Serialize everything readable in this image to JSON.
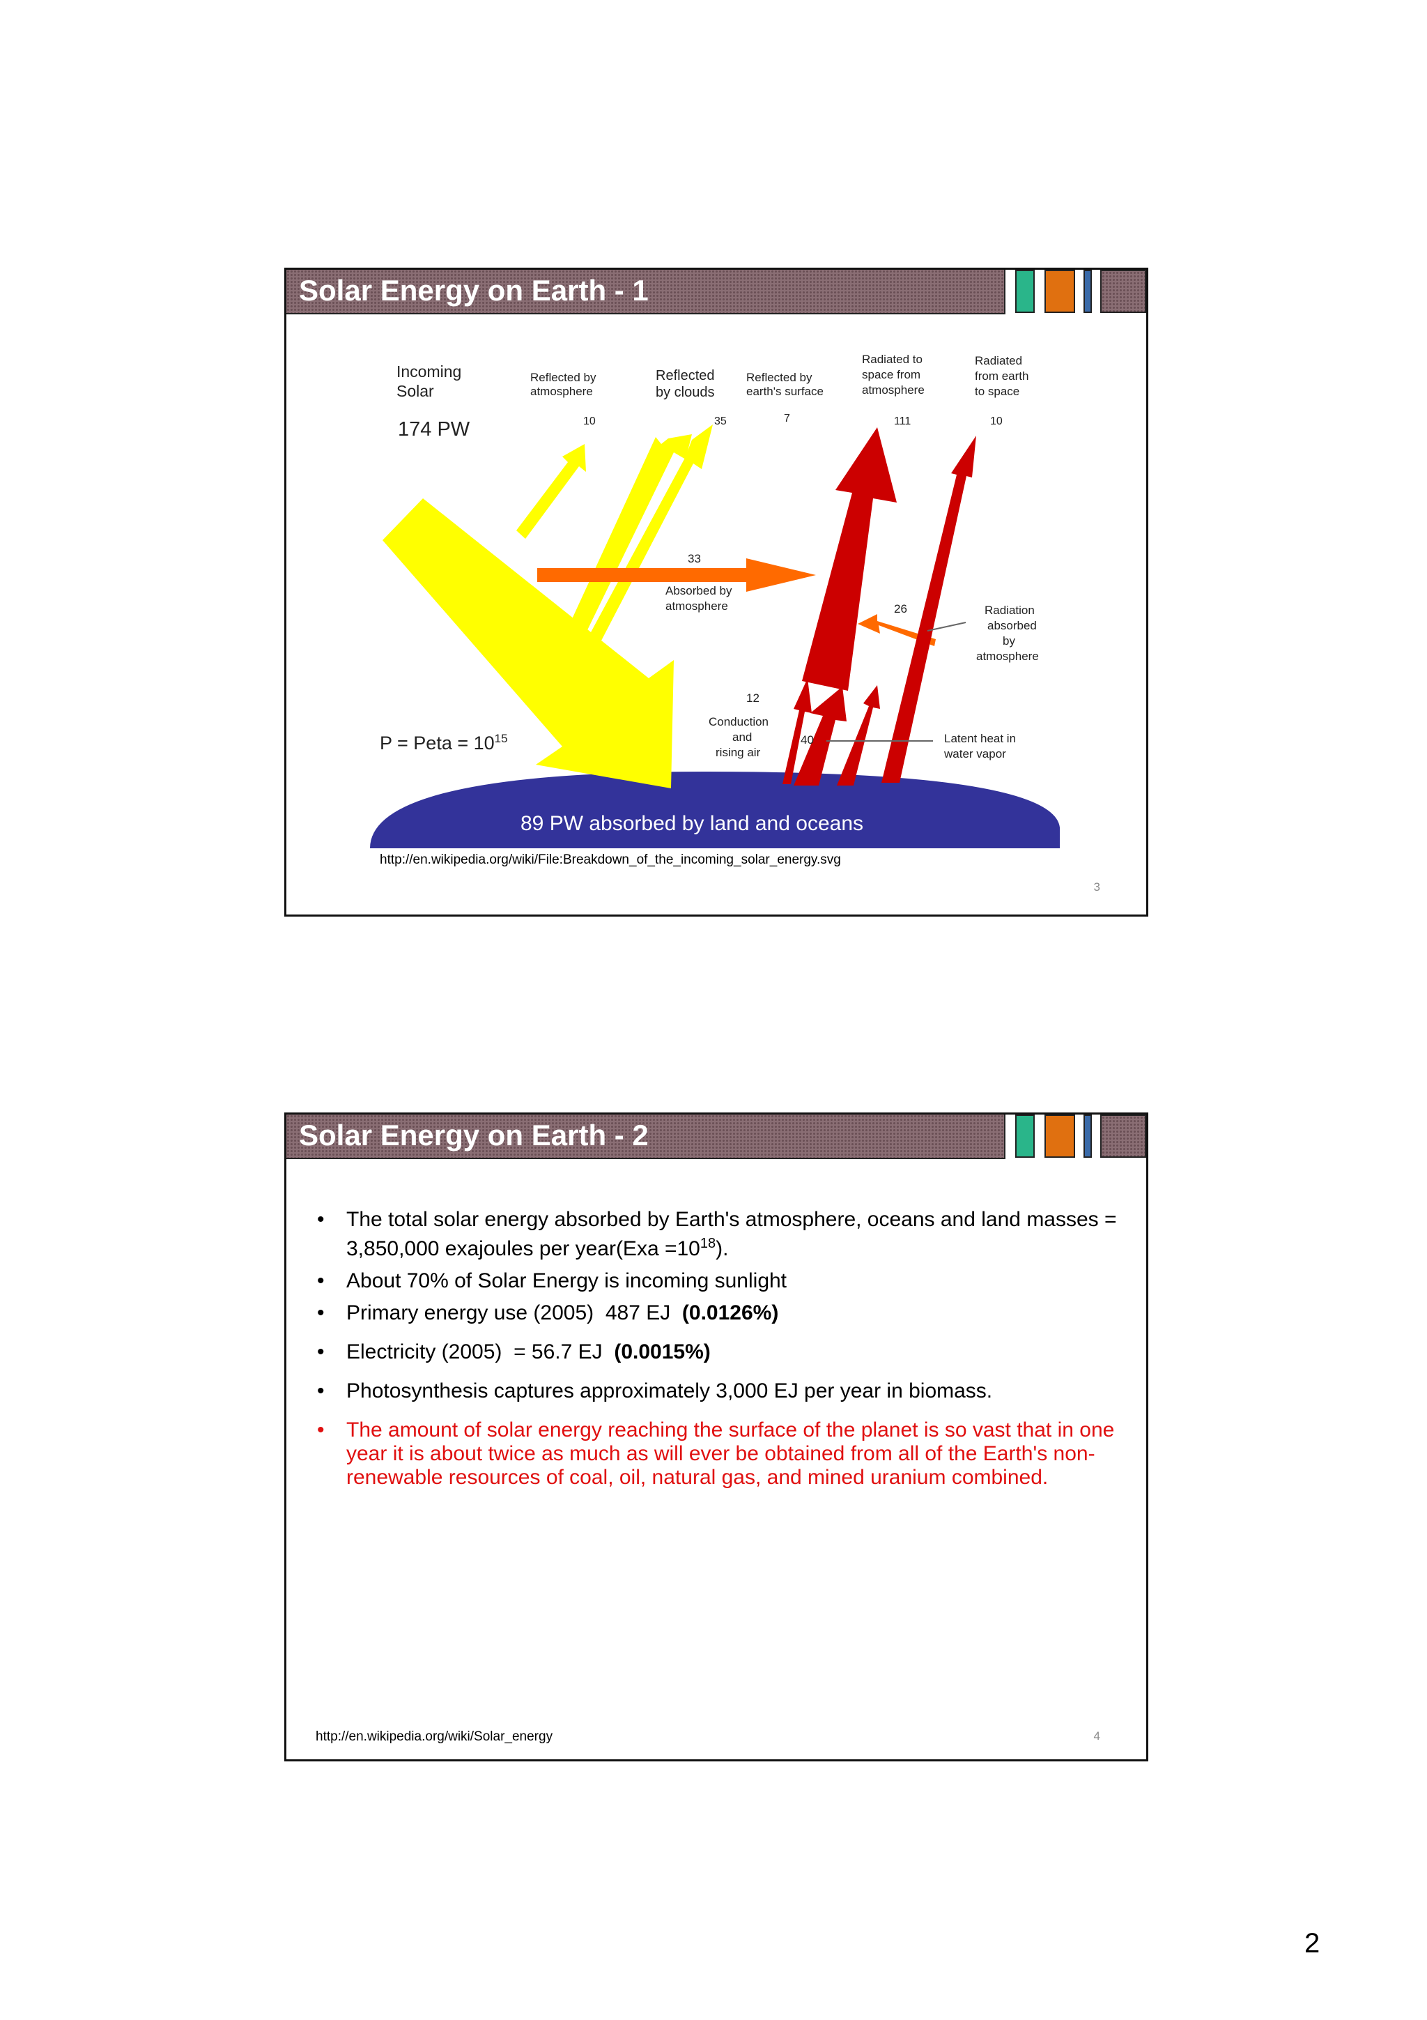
{
  "slides": [
    {
      "title": "Solar Energy on Earth - 1",
      "diagram": {
        "incoming": {
          "label_line1": "Incoming",
          "label_line2": "Solar",
          "value": "174 PW"
        },
        "reflected_atmosphere": {
          "line1": "Reflected by",
          "line2": "atmosphere",
          "value": "10"
        },
        "reflected_clouds": {
          "line1": "Reflected",
          "line2": "by clouds",
          "value": "35"
        },
        "reflected_surface": {
          "line1": "Reflected by",
          "line2": "earth's surface",
          "value": "7"
        },
        "radiated_atmosphere": {
          "line1": "Radiated to",
          "line2": "space from",
          "line3": "atmosphere",
          "value": "111"
        },
        "radiated_earth": {
          "line1": "Radiated",
          "line2": "from earth",
          "line3": "to space",
          "value": "10"
        },
        "absorbed_atmosphere": {
          "value": "33",
          "line1": "Absorbed by",
          "line2": "atmosphere"
        },
        "radiation_absorbed": {
          "value": "26",
          "line1": "Radiation",
          "line2": "absorbed",
          "line3": "by",
          "line4": "atmosphere"
        },
        "conduction": {
          "value": "12",
          "line1": "Conduction",
          "line2": "and",
          "line3": "rising air"
        },
        "latent_heat": {
          "value": "40",
          "line1": "Latent heat in",
          "line2": "water vapor"
        },
        "peta": {
          "text": "P = Peta = 10",
          "exponent": "15"
        },
        "ground_label": "89 PW absorbed by land and oceans",
        "colors": {
          "sunlight": "#ffff00",
          "absorbed": "#ff6a00",
          "emitted": "#cc0000",
          "earth": "#33339a"
        }
      },
      "source": "http://en.wikipedia.org/wiki/File:Breakdown_of_the_incoming_solar_energy.svg",
      "page": "3"
    },
    {
      "title": "Solar Energy on Earth - 2",
      "bullet_symbol": "•",
      "bullets": [
        {
          "text_a": "The total solar energy absorbed by Earth's atmosphere, oceans and land masses  = 3,850,000 exajoules per year(Exa =10",
          "sup": "18",
          "text_b": ")."
        },
        {
          "text": "About 70% of Solar Energy is incoming sunlight"
        },
        {
          "text": "Primary energy use (2005)  487 EJ  ",
          "bold": "(0.0126%)"
        },
        {
          "text": "Electricity (2005)  = 56.7 EJ  ",
          "bold": "(0.0015%)"
        },
        {
          "text": "Photosynthesis captures approximately 3,000 EJ per year in biomass."
        },
        {
          "text": "The amount of solar energy reaching the surface of the planet is so vast that in one year it is about twice as much as will ever be obtained from all of the Earth's non-renewable resources of coal, oil, natural gas, and mined uranium combined."
        }
      ],
      "source": "http://en.wikipedia.org/wiki/Solar_energy",
      "page": "4"
    }
  ],
  "document_page_number": "2"
}
